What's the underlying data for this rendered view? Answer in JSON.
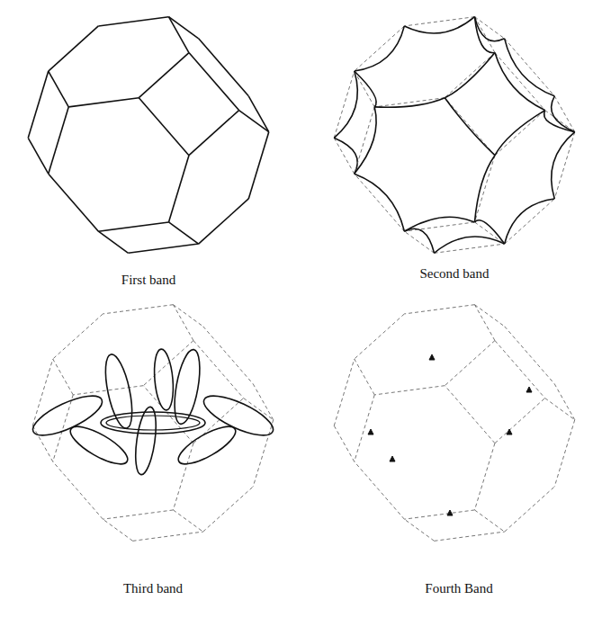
{
  "diagram": {
    "labels": [
      "First band",
      "Second band",
      "Third band",
      "Fourth Band"
    ]
  }
}
